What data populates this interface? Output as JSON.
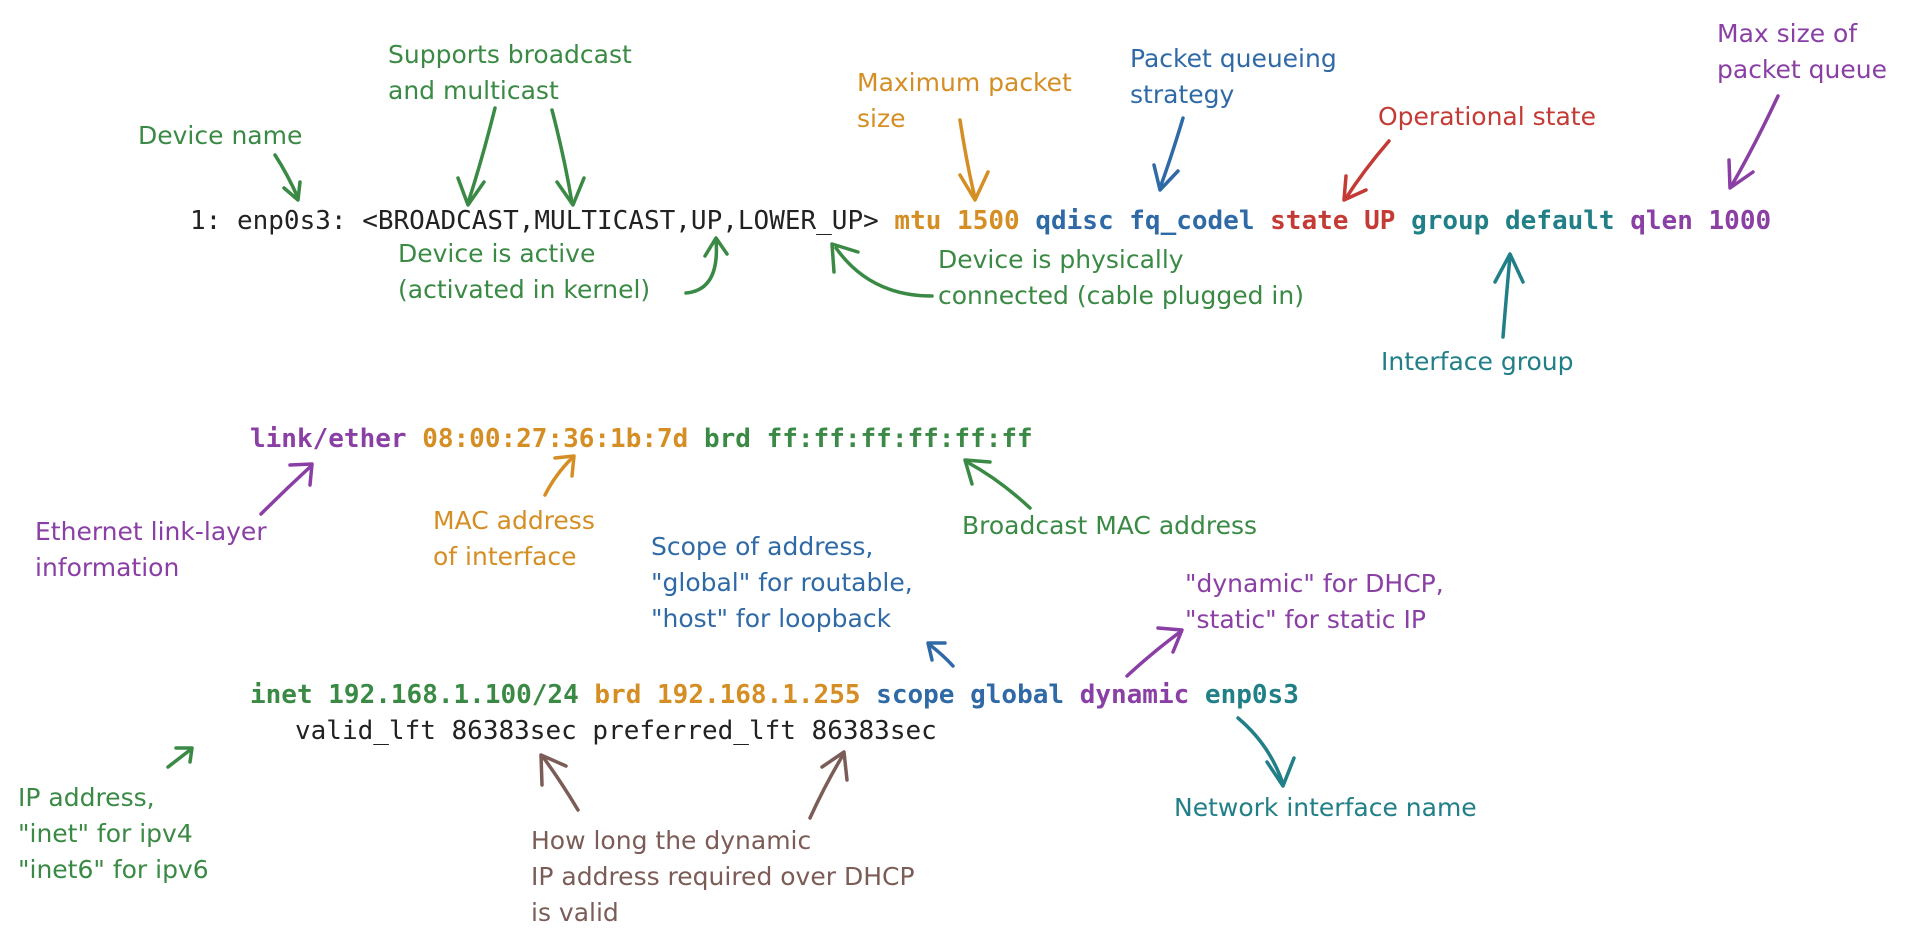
{
  "colors": {
    "green": "#3a8a45",
    "orange": "#d48e24",
    "blue": "#2f6aa7",
    "red": "#c43a35",
    "teal": "#217f87",
    "purple": "#8a3fa4",
    "brown": "#7b5c57",
    "dark": "#222222"
  },
  "line1": {
    "index": "1:",
    "ifname": "enp0s3:",
    "flags": "<BROADCAST,MULTICAST,UP,LOWER_UP>",
    "mtu_key": "mtu",
    "mtu_val": "1500",
    "qdisc_key": "qdisc",
    "qdisc_val": "fq_codel",
    "state_key": "state",
    "state_val": "UP",
    "group_key": "group",
    "group_val": "default",
    "qlen_key": "qlen",
    "qlen_val": "1000"
  },
  "line2": {
    "link_type": "link/ether",
    "mac": "08:00:27:36:1b:7d",
    "brd_key": "brd",
    "brd_mac": "ff:ff:ff:ff:ff:ff"
  },
  "line3": {
    "inet_key": "inet",
    "inet_val": "192.168.1.100/24",
    "brd_key": "brd",
    "brd_val": "192.168.1.255",
    "scope_key": "scope",
    "scope_val": "global",
    "dynamic": "dynamic",
    "ifname": "enp0s3"
  },
  "line4": {
    "lifetimes": "valid_lft 86383sec preferred_lft 86383sec"
  },
  "annotations": {
    "device_name": "Device name",
    "broadcast_multicast": "Supports broadcast\nand multicast",
    "max_packet_size": "Maximum packet\nsize",
    "queueing_strategy": "Packet queueing\nstrategy",
    "operational_state": "Operational state",
    "max_queue": "Max size of\npacket queue",
    "device_active": "Device is active\n(activated in kernel)",
    "physically_connected": "Device is physically\nconnected (cable plugged in)",
    "interface_group": "Interface group",
    "ethernet_info": "Ethernet link-layer\ninformation",
    "mac_address": "MAC address\nof interface",
    "broadcast_mac": "Broadcast MAC address",
    "scope_info": "Scope of address,\n\"global\" for routable,\n\"host\" for loopback",
    "dynamic_info": "\"dynamic\" for DHCP,\n\"static\" for static IP",
    "ip_address": "IP address,\n\"inet\" for ipv4\n\"inet6\" for ipv6",
    "lifetime_info": "How long the dynamic\nIP address required over DHCP\nis valid",
    "network_interface_name": "Network interface name"
  }
}
